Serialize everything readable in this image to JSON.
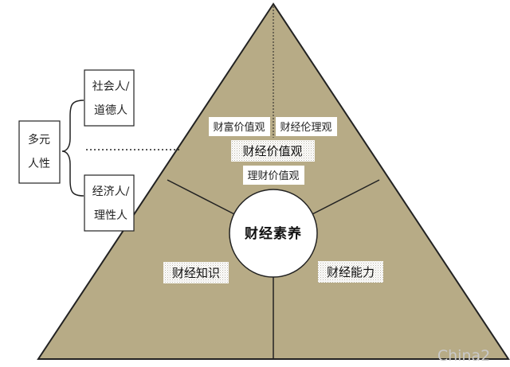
{
  "colors": {
    "triangle_fill": "#b7ab86",
    "line": "#222222",
    "box_fill": "#ffffff",
    "dotted_pattern": "#c4c0b4"
  },
  "left": {
    "root_line1": "多元",
    "root_line2": "人性",
    "upper_line1": "社会人/",
    "upper_line2": "道德人",
    "lower_line1": "经济人/",
    "lower_line2": "理性人"
  },
  "pyramid": {
    "values_left": "财富价值观",
    "values_right": "财经伦理观",
    "values_main": "财经价值观",
    "values_bottom": "理财价值观",
    "center": "财经素养",
    "knowledge": "财经知识",
    "ability": "财经能力"
  },
  "watermark": "China2"
}
